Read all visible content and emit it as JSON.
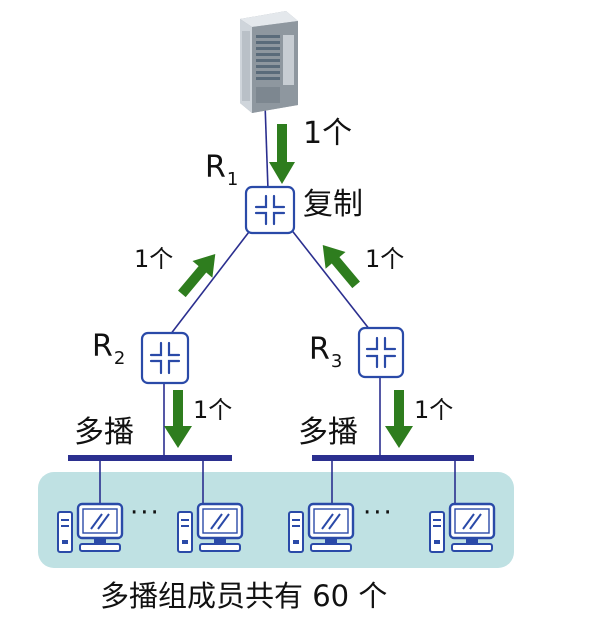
{
  "nodes": {
    "server": {
      "icon": "server-icon"
    },
    "r1": {
      "name": "R",
      "sub": "1",
      "icon": "router-icon"
    },
    "r2": {
      "name": "R",
      "sub": "2",
      "icon": "router-icon"
    },
    "r3": {
      "name": "R",
      "sub": "3",
      "icon": "router-icon"
    }
  },
  "labels": {
    "copy": "复制",
    "count_top": "1个",
    "count_left": "1个",
    "count_right": "1个",
    "count_r2_down": "1个",
    "count_r3_down": "1个",
    "multicast_left": "多播",
    "multicast_right": "多播",
    "dots_left": "···",
    "dots_right": "···"
  },
  "caption": "多播组成员共有 60 个",
  "colors": {
    "link": "#2b2f8f",
    "router_border": "#2a4aa8",
    "arrow": "#2e7d1e",
    "group_bg": "#bfe1e3",
    "computer": "#2a4aa8"
  }
}
